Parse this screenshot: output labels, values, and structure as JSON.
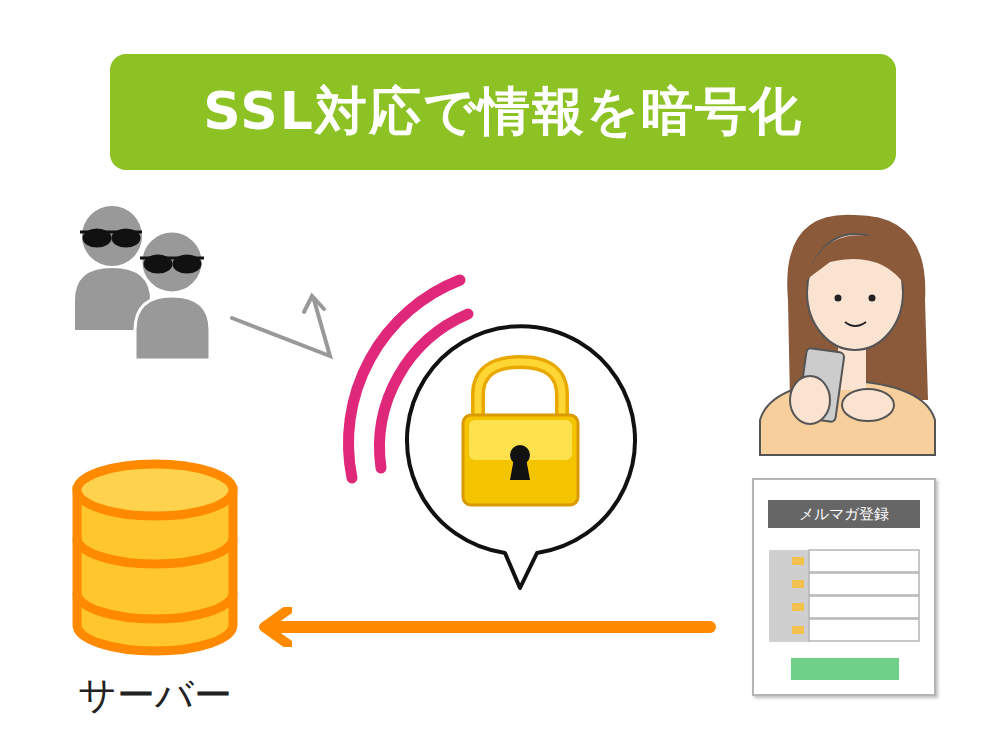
{
  "diagram": {
    "title": "SSL対応で情報を暗号化",
    "nodes": [
      {
        "text": [
          "サーバー"
        ]
      },
      {
        "text": [
          "メルマガ登録"
        ]
      }
    ],
    "edges": [
      {
        "from": 1,
        "to": 0,
        "arrow": "to"
      }
    ]
  }
}
